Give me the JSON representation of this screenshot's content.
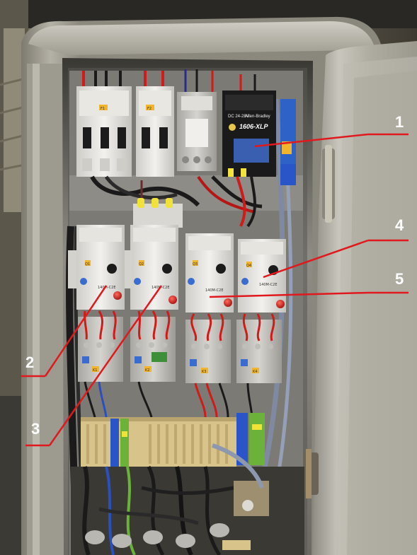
{
  "photo": {
    "subject": "",
    "callouts": [
      {
        "number": "1"
      },
      {
        "number": "2"
      },
      {
        "number": "3"
      },
      {
        "number": "4"
      },
      {
        "number": "5"
      }
    ],
    "device_labels": {
      "power_supply_model": "1606-XLP",
      "power_supply_brand": "Allen-Bradley",
      "power_supply_rating": "DC 24-28V",
      "starter_1_tag": "Q1",
      "starter_2_tag": "Q2",
      "starter_3_tag": "Q3",
      "starter_4_tag": "Q4",
      "starter_model_1": "140M-C2E",
      "starter_model_2": "140M-C2E",
      "starter_model_3": "140M-C2E",
      "starter_model_4": "140M-C2E",
      "breaker_1_tag": "F1",
      "breaker_2_tag": "F2",
      "contactor_k1": "K1",
      "contactor_k2": "K2",
      "contactor_k3": "K3",
      "contactor_k4": "K4"
    },
    "colors": {
      "cabinet_steel": "#9a9a92",
      "door_steel": "#b8b5a8",
      "starter_body": "#e8e6e2",
      "contactor_body": "#d9d7d3",
      "power_supply": "#1a1a1a",
      "terminal_beige": "#d8c38a",
      "terminal_blue": "#2a55c8",
      "terminal_green_yellow": "#6cb23a",
      "callout_line": "#e0191e",
      "callout_text": "#ffffff",
      "red_button": "#d61a1a"
    }
  }
}
